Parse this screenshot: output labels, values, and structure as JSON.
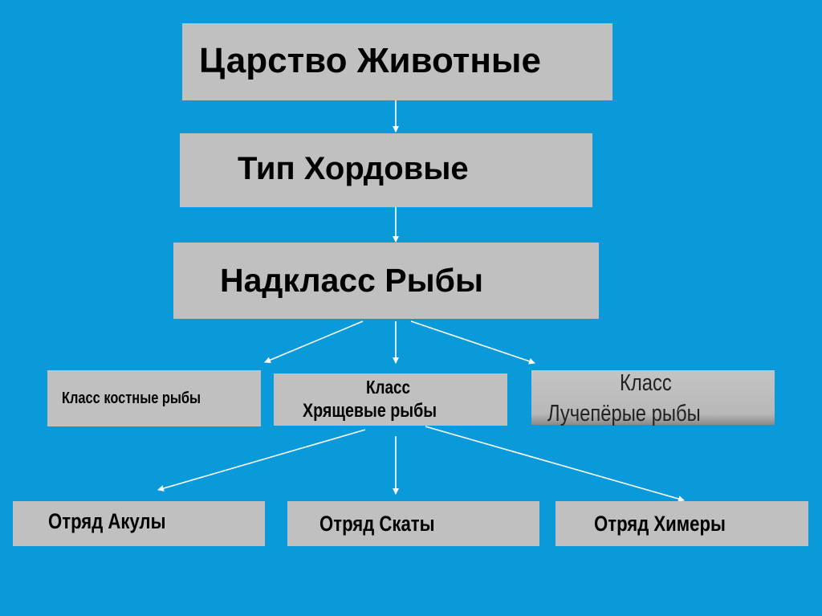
{
  "nodes": {
    "kingdom": "Царство Животные",
    "phylum": "Тип Хордовые",
    "superclass": "Надкласс Рыбы",
    "class_bony": "Класс костные рыбы",
    "class_cartilaginous_line1": "Класс",
    "class_cartilaginous_line2": "Хрящевые рыбы",
    "class_rayfinned_line1": "Класс",
    "class_rayfinned_line2": "Лучепёрые рыбы",
    "order_sharks": "Отряд Акулы",
    "order_rays": "Отряд Скаты",
    "order_chimaeras": "Отряд Химеры"
  },
  "colors": {
    "background": "#0a9ad9",
    "box": "#c0c0c0",
    "arrow": "#ffffff"
  }
}
